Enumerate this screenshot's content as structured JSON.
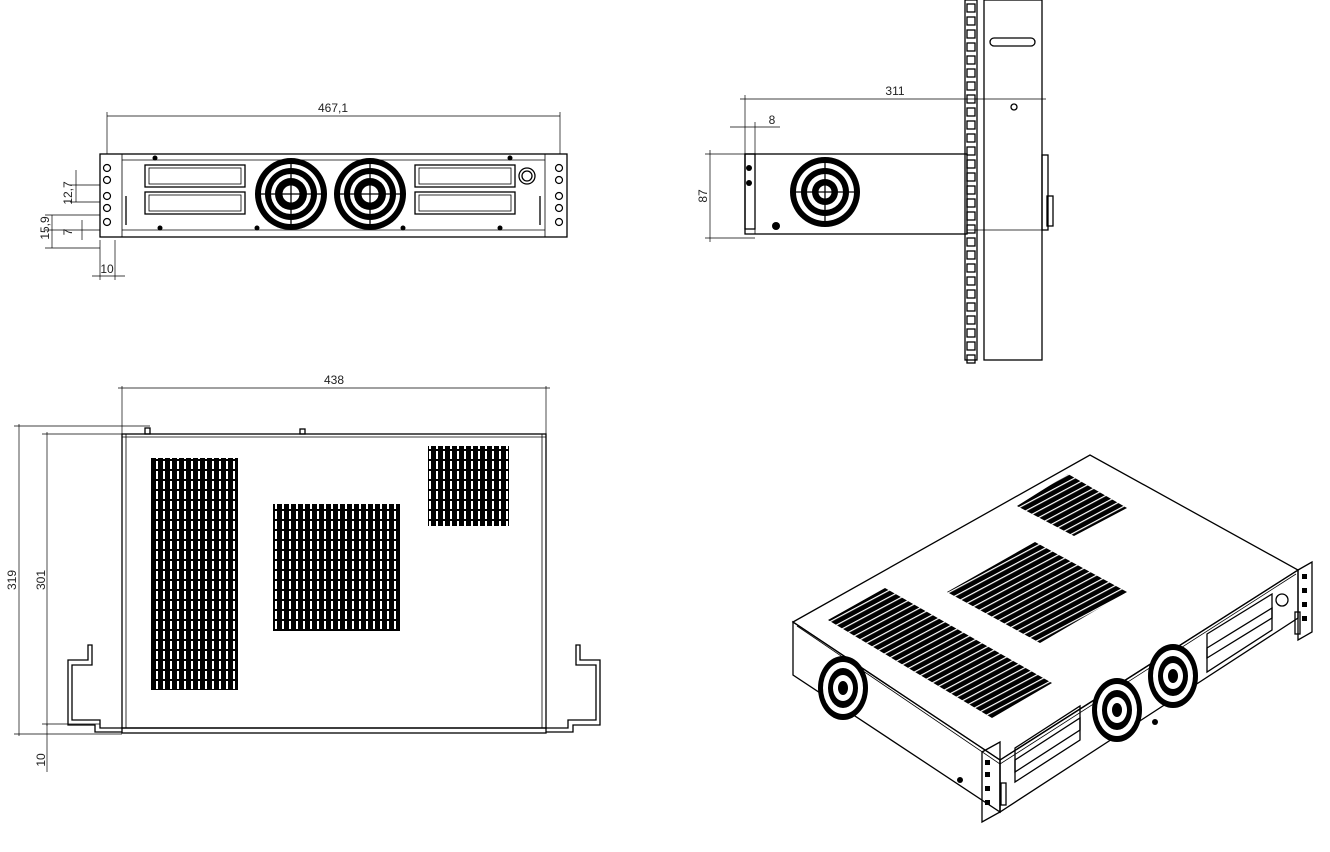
{
  "front_view": {
    "width": "467,1",
    "dim_12_7": "12,7",
    "dim_15_9": "15,9",
    "dim_7": "7",
    "dim_10": "10"
  },
  "side_view": {
    "depth": "311",
    "offset": "8",
    "height": "87"
  },
  "top_view": {
    "width": "438",
    "depth_total": "319",
    "depth_body": "301",
    "ear": "10"
  },
  "isometric_view": {}
}
